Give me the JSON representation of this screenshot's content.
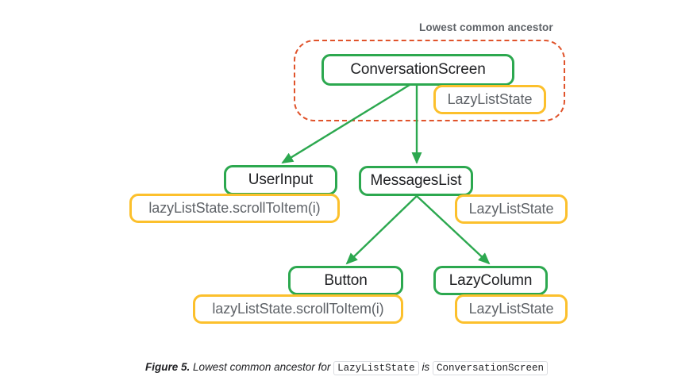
{
  "figure": {
    "background": "#ffffff",
    "node_border_color": "#2ca84f",
    "state_border_color": "#fcc02c",
    "region_border_color": "#e0532b",
    "node_text_color": "#202124",
    "state_text_color": "#5f6368",
    "edge_color": "#2ca84f"
  },
  "region": {
    "label": "Lowest common ancestor"
  },
  "nodes": [
    {
      "id": "conversation-screen",
      "label": "ConversationScreen"
    },
    {
      "id": "user-input",
      "label": "UserInput"
    },
    {
      "id": "messages-list",
      "label": "MessagesList"
    },
    {
      "id": "button",
      "label": "Button"
    },
    {
      "id": "lazy-column",
      "label": "LazyColumn"
    }
  ],
  "states": [
    {
      "id": "conversation-screen-state",
      "label": "LazyListState"
    },
    {
      "id": "user-input-state",
      "label": "lazyListState.scrollToItem(i)"
    },
    {
      "id": "messages-list-state",
      "label": "LazyListState"
    },
    {
      "id": "button-state",
      "label": "lazyListState.scrollToItem(i)"
    },
    {
      "id": "lazy-column-state",
      "label": "LazyListState"
    }
  ],
  "edges": [
    {
      "from": "conversation-screen",
      "to": "user-input"
    },
    {
      "from": "conversation-screen",
      "to": "messages-list"
    },
    {
      "from": "messages-list",
      "to": "button"
    },
    {
      "from": "messages-list",
      "to": "lazy-column"
    }
  ],
  "caption": {
    "figure_number": "Figure 5.",
    "text_before": "Lowest common ancestor for",
    "code_one": "LazyListState",
    "text_middle": "is",
    "code_two": "ConversationScreen"
  }
}
